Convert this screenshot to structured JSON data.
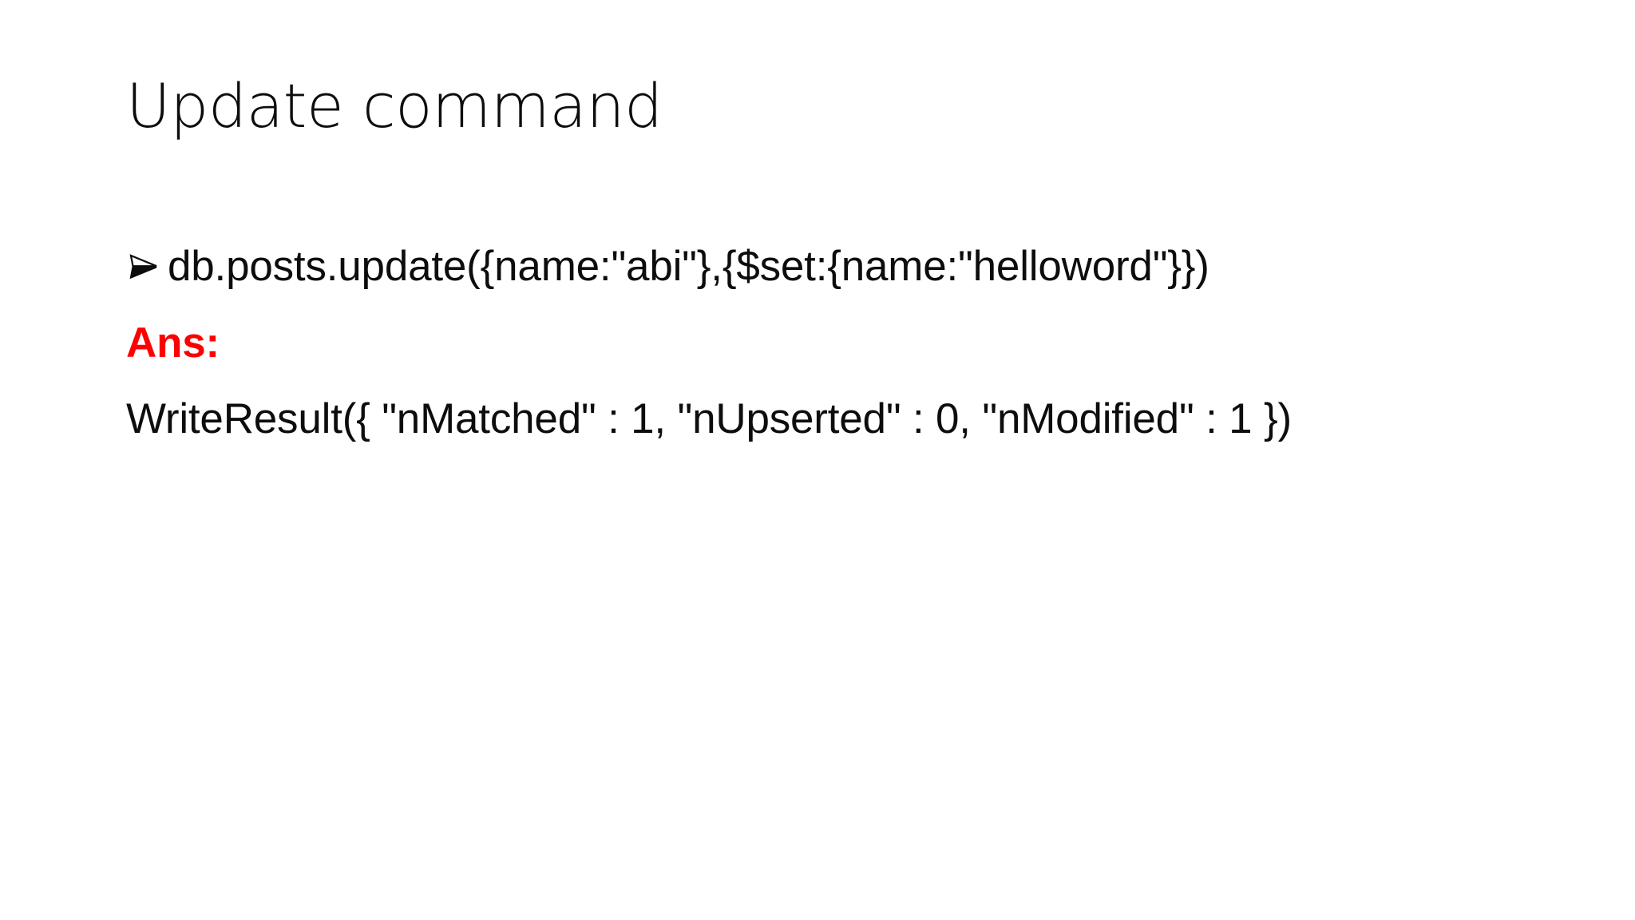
{
  "slide": {
    "background_color": "#FFFFFF",
    "title": "Update command",
    "title_color": "#0D0D0D",
    "body": [
      {
        "id": "command",
        "bullet": "arrowhead-bullet",
        "bullet_glyph": "➢",
        "text": "db.posts.update({name:\"abi\"},{$set:{name:\"helloword\"}})",
        "color": "#0D0D0D",
        "bold": false
      },
      {
        "id": "answer-label",
        "bullet": "none",
        "text": "Ans:",
        "color": "#FF0000",
        "bold": true
      },
      {
        "id": "result",
        "bullet": "none",
        "text": "WriteResult({ \"nMatched\" : 1, \"nUpserted\" : 0, \"nModified\" : 1 })",
        "color": "#0D0D0D",
        "bold": false
      }
    ]
  }
}
